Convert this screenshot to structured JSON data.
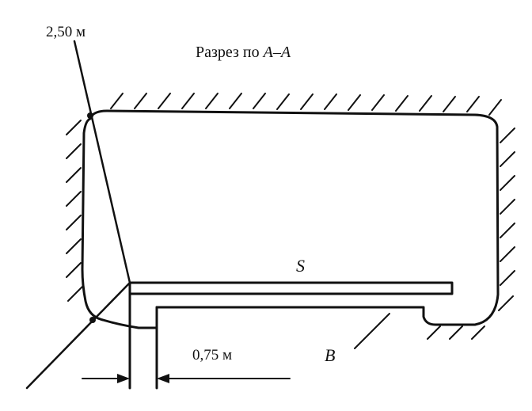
{
  "title": {
    "prefix": "Разрез по ",
    "section": "A–A"
  },
  "labels": {
    "height_top": "2,50 м",
    "width_bottom": "0,75 м",
    "part_s": "S",
    "part_b": "B"
  },
  "colors": {
    "ink": "#111111",
    "background": "#ffffff"
  }
}
